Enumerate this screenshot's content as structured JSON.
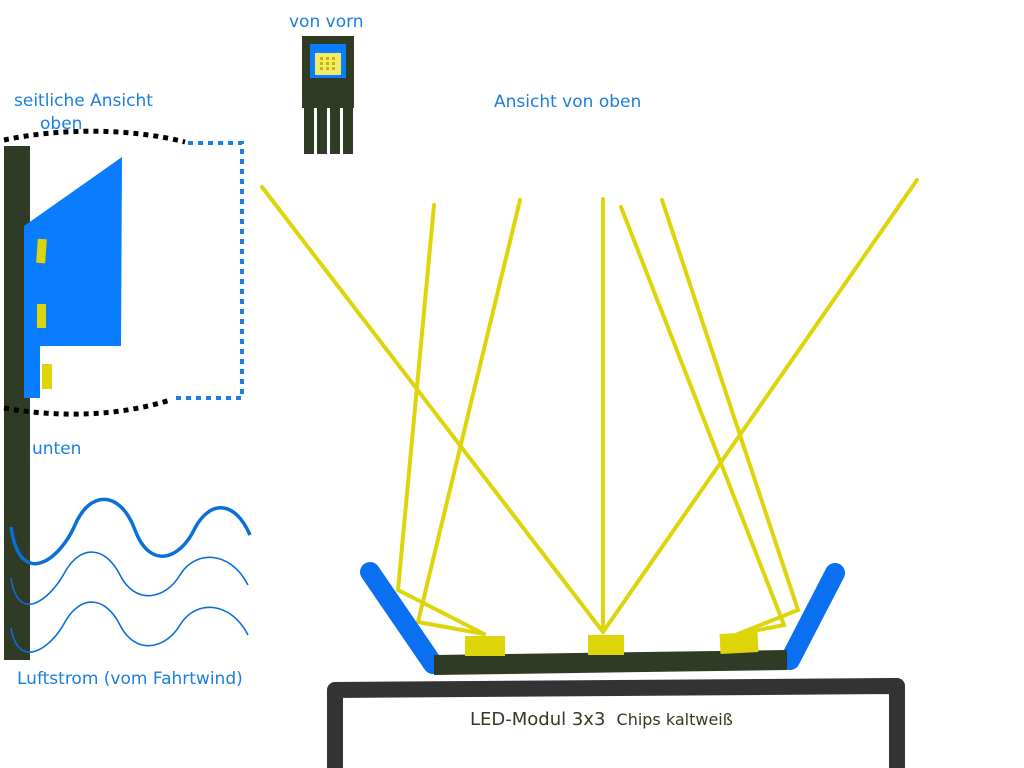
{
  "labels": {
    "front_view": "von vorn",
    "side_view_line1": "seitliche Ansicht",
    "side_top": "oben",
    "side_bottom": "unten",
    "airflow": "Luftstrom (vom Fahrtwind)",
    "top_view": "Ansicht von oben",
    "module_prefix": "LED-Modul 3x3",
    "module_suffix": "Chips kaltweiß"
  },
  "colors": {
    "board": "#2f3b24",
    "reflector": "#0a7cff",
    "light": "#ddd50a",
    "frame": "#333333",
    "wave": "#0a6fd8",
    "label": "#1a7fe0"
  }
}
